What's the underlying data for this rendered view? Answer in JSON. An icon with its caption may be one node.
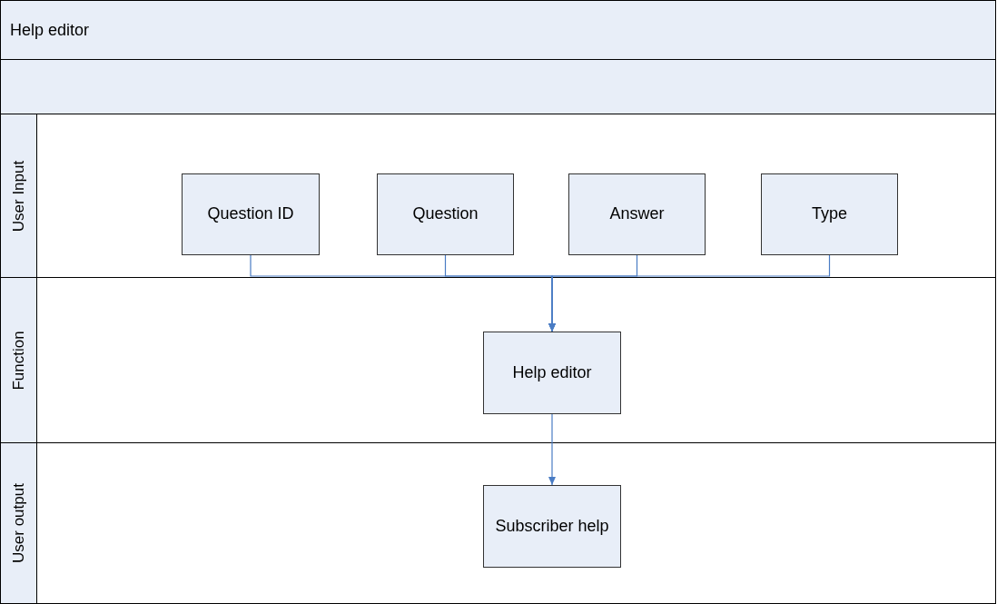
{
  "diagram": {
    "title": "Help editor",
    "nodes": [
      {
        "text": [
          "User Input"
        ]
      },
      {
        "text": [
          "Question ID"
        ],
        "in": 0
      },
      {
        "text": [
          "Question"
        ],
        "in": 0
      },
      {
        "text": [
          "Answer"
        ],
        "in": 0
      },
      {
        "text": [
          "Type"
        ],
        "in": 0
      },
      {
        "text": [
          "Function"
        ]
      },
      {
        "text": [
          "Help editor"
        ],
        "in": 5
      },
      {
        "text": [
          "User output"
        ]
      },
      {
        "text": [
          "Subscriber help"
        ],
        "in": 7
      }
    ],
    "edges": [
      {
        "from": 1,
        "to": 6,
        "arrow": "to"
      },
      {
        "from": 2,
        "to": 6,
        "arrow": "to"
      },
      {
        "from": 3,
        "to": 6,
        "arrow": "to"
      },
      {
        "from": 4,
        "to": 6,
        "arrow": "to"
      },
      {
        "from": 6,
        "to": 8,
        "arrow": "to"
      }
    ]
  }
}
